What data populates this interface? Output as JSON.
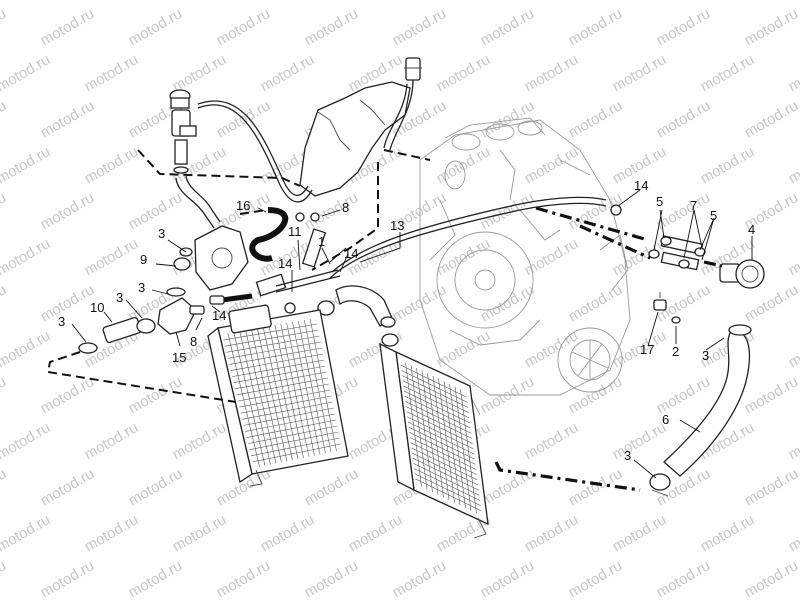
{
  "watermark": {
    "text": "motod.ru"
  },
  "colors": {
    "line": "#222222",
    "background": "#ffffff",
    "watermark": "#c8c8c8"
  },
  "callouts": [
    {
      "id": "c14a",
      "text": "14"
    },
    {
      "id": "c5a",
      "text": "5"
    },
    {
      "id": "c7",
      "text": "7"
    },
    {
      "id": "c5b",
      "text": "5"
    },
    {
      "id": "c4",
      "text": "4"
    },
    {
      "id": "c16",
      "text": "16"
    },
    {
      "id": "c8a",
      "text": "8"
    },
    {
      "id": "c13",
      "text": "13"
    },
    {
      "id": "c3a",
      "text": "3"
    },
    {
      "id": "c11",
      "text": "11"
    },
    {
      "id": "c9",
      "text": "9"
    },
    {
      "id": "c1",
      "text": "1"
    },
    {
      "id": "c14b",
      "text": "14"
    },
    {
      "id": "c14c",
      "text": "14"
    },
    {
      "id": "c3b",
      "text": "3"
    },
    {
      "id": "c10",
      "text": "10"
    },
    {
      "id": "c3c",
      "text": "3"
    },
    {
      "id": "c14d",
      "text": "14"
    },
    {
      "id": "c8b",
      "text": "8"
    },
    {
      "id": "c15",
      "text": "15"
    },
    {
      "id": "c17",
      "text": "17"
    },
    {
      "id": "c2",
      "text": "2"
    },
    {
      "id": "c3d",
      "text": "3"
    },
    {
      "id": "c6",
      "text": "6"
    },
    {
      "id": "c3e",
      "text": "3"
    }
  ]
}
